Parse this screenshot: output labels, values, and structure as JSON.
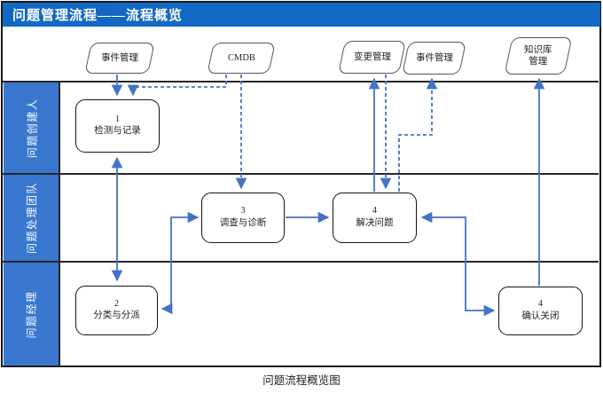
{
  "title": "问题管理流程——流程概览",
  "caption": "问题流程概览图",
  "colors": {
    "title_bar": "#1268c3",
    "lane_label": "#3a78d0",
    "connector": "#4472c4",
    "frame": "#1a1a1a"
  },
  "lanes": [
    {
      "label": "问题创建人"
    },
    {
      "label": "问题处理团队"
    },
    {
      "label": "问题经理"
    }
  ],
  "entities": [
    {
      "lines": [
        "事件管理"
      ]
    },
    {
      "lines": [
        "CMDB"
      ]
    },
    {
      "lines": [
        "变更管理"
      ]
    },
    {
      "lines": [
        "事件管理"
      ]
    },
    {
      "lines": [
        "知识库",
        "管理"
      ]
    }
  ],
  "boxes": [
    {
      "number": "1",
      "label": "检测与记录"
    },
    {
      "number": "2",
      "label": "分类与分派"
    },
    {
      "number": "3",
      "label": "调查与诊断"
    },
    {
      "number": "4",
      "label": "解决问题"
    },
    {
      "number": "4",
      "label": "确认关闭"
    }
  ]
}
